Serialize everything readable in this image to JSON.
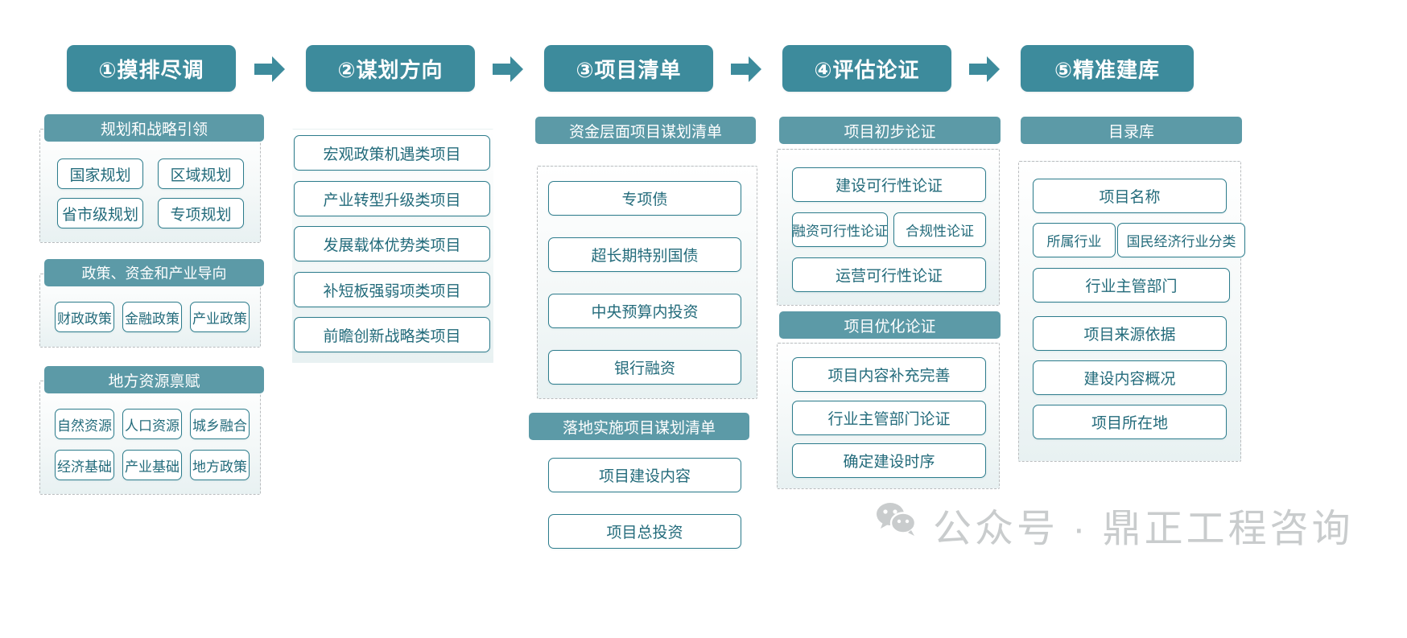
{
  "meta": {
    "accent_dark": "#3d8b9c",
    "accent_mid": "#5c9aa7",
    "item_border": "#2d7c8c",
    "item_text": "#236b7b",
    "dashed_border": "#b9bcbe",
    "watermark_color": "#c9cccd"
  },
  "steps": [
    {
      "label": "①摸排尽调"
    },
    {
      "label": "②谋划方向"
    },
    {
      "label": "③项目清单"
    },
    {
      "label": "④评估论证"
    },
    {
      "label": "⑤精准建库"
    }
  ],
  "arrows": [
    {
      "name": "arrow-right-icon-1"
    },
    {
      "name": "arrow-right-icon-2"
    },
    {
      "name": "arrow-right-icon-3"
    },
    {
      "name": "arrow-right-icon-4"
    }
  ],
  "columns": [
    {
      "id": "col1",
      "groups": [
        {
          "title": "规划和战略引领",
          "items": [
            "国家规划",
            "区域规划",
            "省市级规划",
            "专项规划"
          ]
        },
        {
          "title": "政策、资金和产业导向",
          "items": [
            "财政政策",
            "金融政策",
            "产业政策"
          ]
        },
        {
          "title": "地方资源禀赋",
          "items": [
            "自然资源",
            "人口资源",
            "城乡融合",
            "经济基础",
            "产业基础",
            "地方政策"
          ]
        }
      ]
    },
    {
      "id": "col2",
      "groups": [
        {
          "title": "",
          "items": [
            "宏观政策机遇类项目",
            "产业转型升级类项目",
            "发展载体优势类项目",
            "补短板强弱项类项目",
            "前瞻创新战略类项目"
          ]
        }
      ]
    },
    {
      "id": "col3",
      "groups": [
        {
          "title": "资金层面项目谋划清单",
          "items": [
            "专项债",
            "超长期特别国债",
            "中央预算内投资",
            "银行融资"
          ]
        },
        {
          "title": "落地实施项目谋划清单",
          "items": [
            "项目建设内容",
            "项目总投资"
          ]
        }
      ]
    },
    {
      "id": "col4",
      "groups": [
        {
          "title": "项目初步论证",
          "items": [
            "建设可行性论证",
            "融资可行性论证",
            "合规性论证",
            "运营可行性论证"
          ]
        },
        {
          "title": "项目优化论证",
          "items": [
            "项目内容补充完善",
            "行业主管部门论证",
            "确定建设时序"
          ]
        }
      ]
    },
    {
      "id": "col5",
      "groups": [
        {
          "title": "目录库",
          "items": [
            "项目名称",
            "所属行业",
            "国民经济行业分类",
            "行业主管部门",
            "项目来源依据",
            "建设内容概况",
            "项目所在地"
          ]
        }
      ]
    }
  ],
  "watermark": {
    "icon": "wechat-icon",
    "text": "公众号 · 鼎正工程咨询"
  }
}
